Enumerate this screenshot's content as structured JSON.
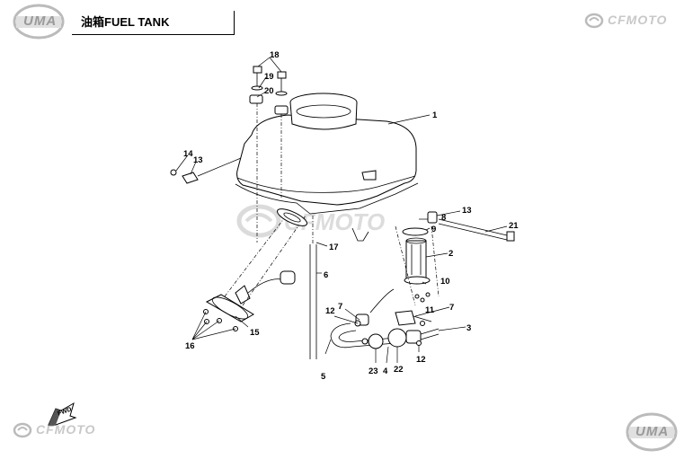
{
  "header": {
    "title": "油箱FUEL TANK"
  },
  "logos": {
    "uma": "UMA",
    "cfmoto": "CFMOTO",
    "fwd": "FWD"
  },
  "callouts": [
    "1",
    "2",
    "3",
    "4",
    "5",
    "6",
    "7",
    "7",
    "8",
    "9",
    "10",
    "11",
    "12",
    "12",
    "13",
    "13",
    "14",
    "15",
    "16",
    "17",
    "18",
    "19",
    "20",
    "21",
    "22",
    "23"
  ]
}
